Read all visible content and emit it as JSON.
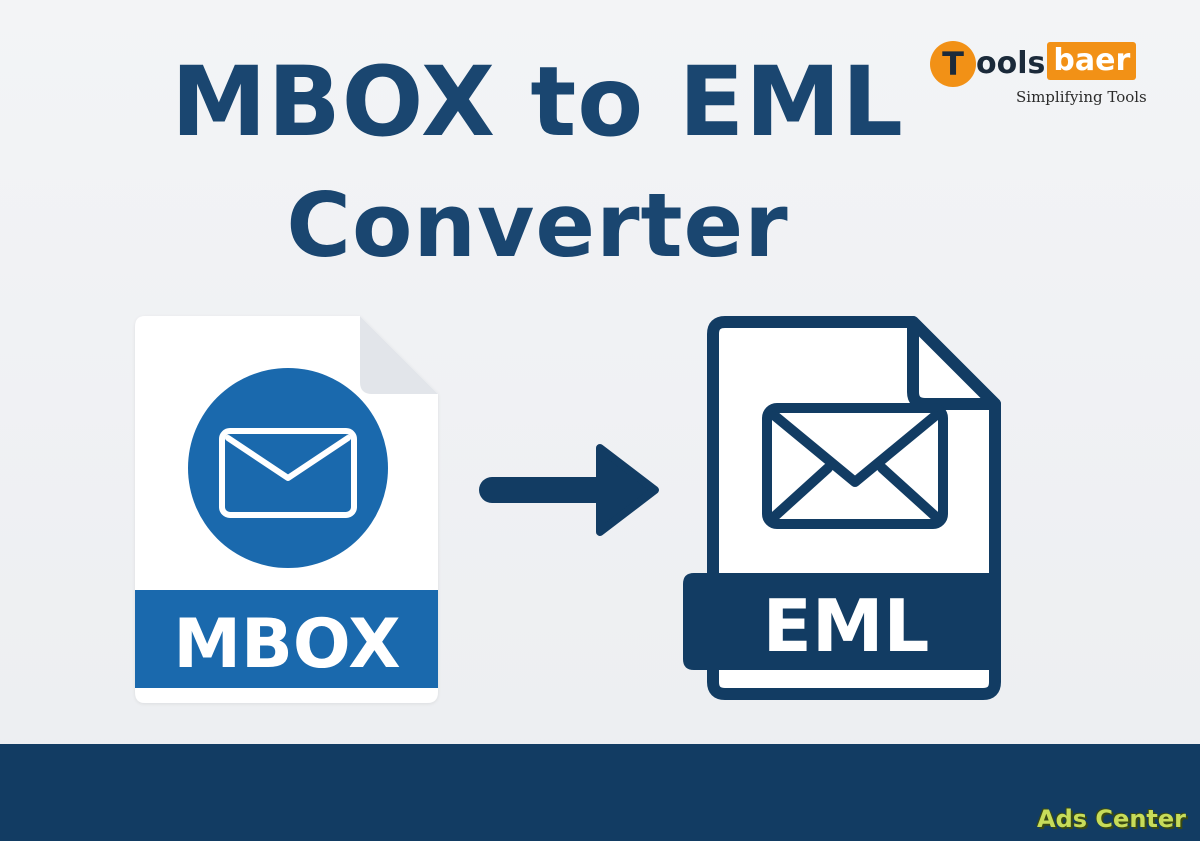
{
  "title": {
    "line1": "MBOX to EML",
    "line2": "Converter"
  },
  "logo": {
    "initial": "T",
    "name_part1": "ools",
    "name_part2": "baer",
    "tagline": "Simplifying Tools"
  },
  "source_file": {
    "label": "MBOX",
    "icon": "envelope-icon"
  },
  "target_file": {
    "label": "EML",
    "icon": "envelope-icon"
  },
  "arrow": {
    "icon": "right-arrow-icon"
  },
  "footer": {
    "watermark": "Ads Center"
  },
  "colors": {
    "title": "#1a4670",
    "mbox_blue": "#1a69ad",
    "eml_navy": "#123c63",
    "logo_orange": "#f29116",
    "footer": "#123c63",
    "watermark": "#c7dc5a"
  }
}
